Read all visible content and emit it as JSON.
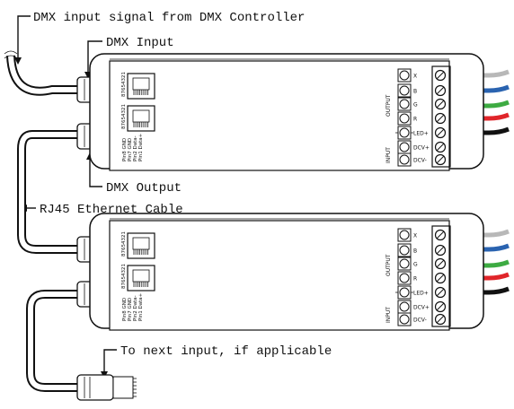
{
  "callouts": {
    "dmx_signal": "DMX input signal from DMX Controller",
    "dmx_input": "DMX Input",
    "dmx_output": "DMX Output",
    "rj45_cable": "RJ45 Ethernet Cable",
    "next_input": "To next input, if applicable"
  },
  "controller": {
    "output_group_label": "OUTPUT",
    "input_group_label": "INPUT",
    "output_terminals": [
      "X",
      "B",
      "G",
      "R",
      "LED+"
    ],
    "input_terminals": [
      "DCV+",
      "DCV-"
    ],
    "rj45_pin_labels": [
      "Pin1 Data+",
      "Pin2 Data-",
      "Pin7 GND",
      "Pin8 GND"
    ],
    "port_pin_numbers": "87654321"
  },
  "colors": {
    "wire_x": "#b8b8b8",
    "wire_b": "#2a63b0",
    "wire_g": "#3dab42",
    "wire_r": "#e0252a",
    "wire_led_plus": "#111111",
    "line": "#111111",
    "background": "#ffffff"
  }
}
